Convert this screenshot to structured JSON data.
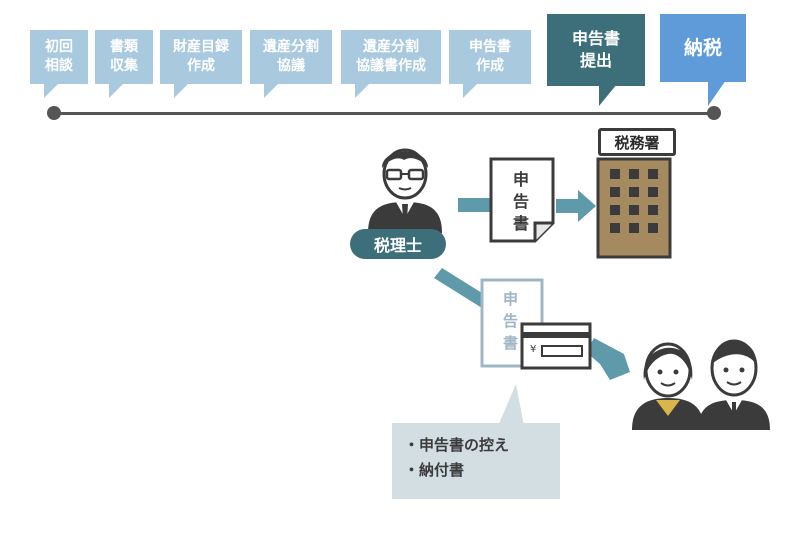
{
  "steps": [
    {
      "label": "初回\n相談"
    },
    {
      "label": "書類\n収集"
    },
    {
      "label": "財産目録\n作成"
    },
    {
      "label": "遺産分割\n協議"
    },
    {
      "label": "遺産分割\n協議書作成"
    },
    {
      "label": "申告書\n作成"
    },
    {
      "label": "申告書\n提出"
    },
    {
      "label": "納税"
    }
  ],
  "accountant_label": "税理士",
  "tax_office_label": "税務署",
  "return_document": {
    "chars": [
      "申",
      "告",
      "書"
    ]
  },
  "copy_document": {
    "chars": [
      "申",
      "告",
      "書"
    ]
  },
  "payment_slip": {
    "symbol": "¥"
  },
  "bubble": {
    "items": [
      "・申告書の控え",
      "・納付書"
    ]
  },
  "colors": {
    "light_step": "#a9c9df",
    "filing_step": "#3d6f7a",
    "tax_step": "#5e9bd8",
    "arrow": "#5f9aaa",
    "building": "#a48a5e"
  }
}
